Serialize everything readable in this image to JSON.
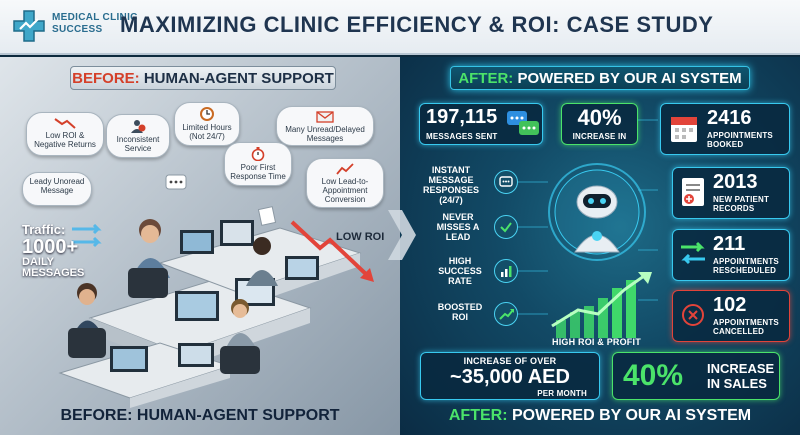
{
  "header": {
    "brand_line1": "MEDICAL CLINIC",
    "brand_line2": "SUCCESS",
    "title": "MAXIMIZING CLINIC EFFICIENCY & ROI: CASE STUDY"
  },
  "before": {
    "banner_highlight": "BEFORE:",
    "banner_rest": " HUMAN-AGENT SUPPORT",
    "bottom_label": "BEFORE: HUMAN-AGENT SUPPORT",
    "clouds": {
      "low_roi": "Low ROI & Negative Returns",
      "inconsistent": "Inconsistent Service",
      "limited_hours": "Limited Hours (Not 24/7)",
      "unread": "Many Unread/Delayed Messages",
      "leads_unread": "Leady Unoread Message",
      "poor_first": "Poor First Response Time",
      "low_conversion": "Low Lead-to-Appointment Conversion"
    },
    "traffic_label": "Traffic:",
    "traffic_value": "1000+",
    "traffic_unit": "DAILY MESSAGES",
    "low_roi_label": "LOW ROI"
  },
  "after": {
    "banner_highlight": "AFTER:",
    "banner_rest": " POWERED BY OUR AI SYSTEM",
    "bottom_highlight": "AFTER:",
    "bottom_rest": " POWERED BY OUR AI SYSTEM",
    "messages_value": "197,115",
    "messages_label": "MESSAGES SENT",
    "increase_value": "40%",
    "increase_label": "INCREASE IN",
    "features": {
      "instant": "INSTANT MESSAGE RESPONSES (24/7)",
      "never": "NEVER MISSES A LEAD",
      "high": "HIGH SUCCESS RATE",
      "boosted": "BOOSTED ROI"
    },
    "roi_label": "HIGH ROI & PROFIT",
    "stats": [
      {
        "value": "2416",
        "label": "APPOINTMENTS BOOKED"
      },
      {
        "value": "2013",
        "label": "NEW PATIENT RECORDS"
      },
      {
        "value": "211",
        "label": "APPOINTMENTS RESCHEDULED"
      },
      {
        "value": "102",
        "label": "APPOINTMENTS CANCELLED"
      }
    ],
    "revenue_line1": "INCREASE OF OVER",
    "revenue_value": "~35,000 AED",
    "revenue_line3": "PER MONTH",
    "sales_value": "40%",
    "sales_label": "INCREASE IN SALES"
  },
  "colors": {
    "accent_cyan": "#38c9ef",
    "accent_green": "#4be36a",
    "alert_red": "#e2443a",
    "before_highlight": "#d4402a"
  }
}
